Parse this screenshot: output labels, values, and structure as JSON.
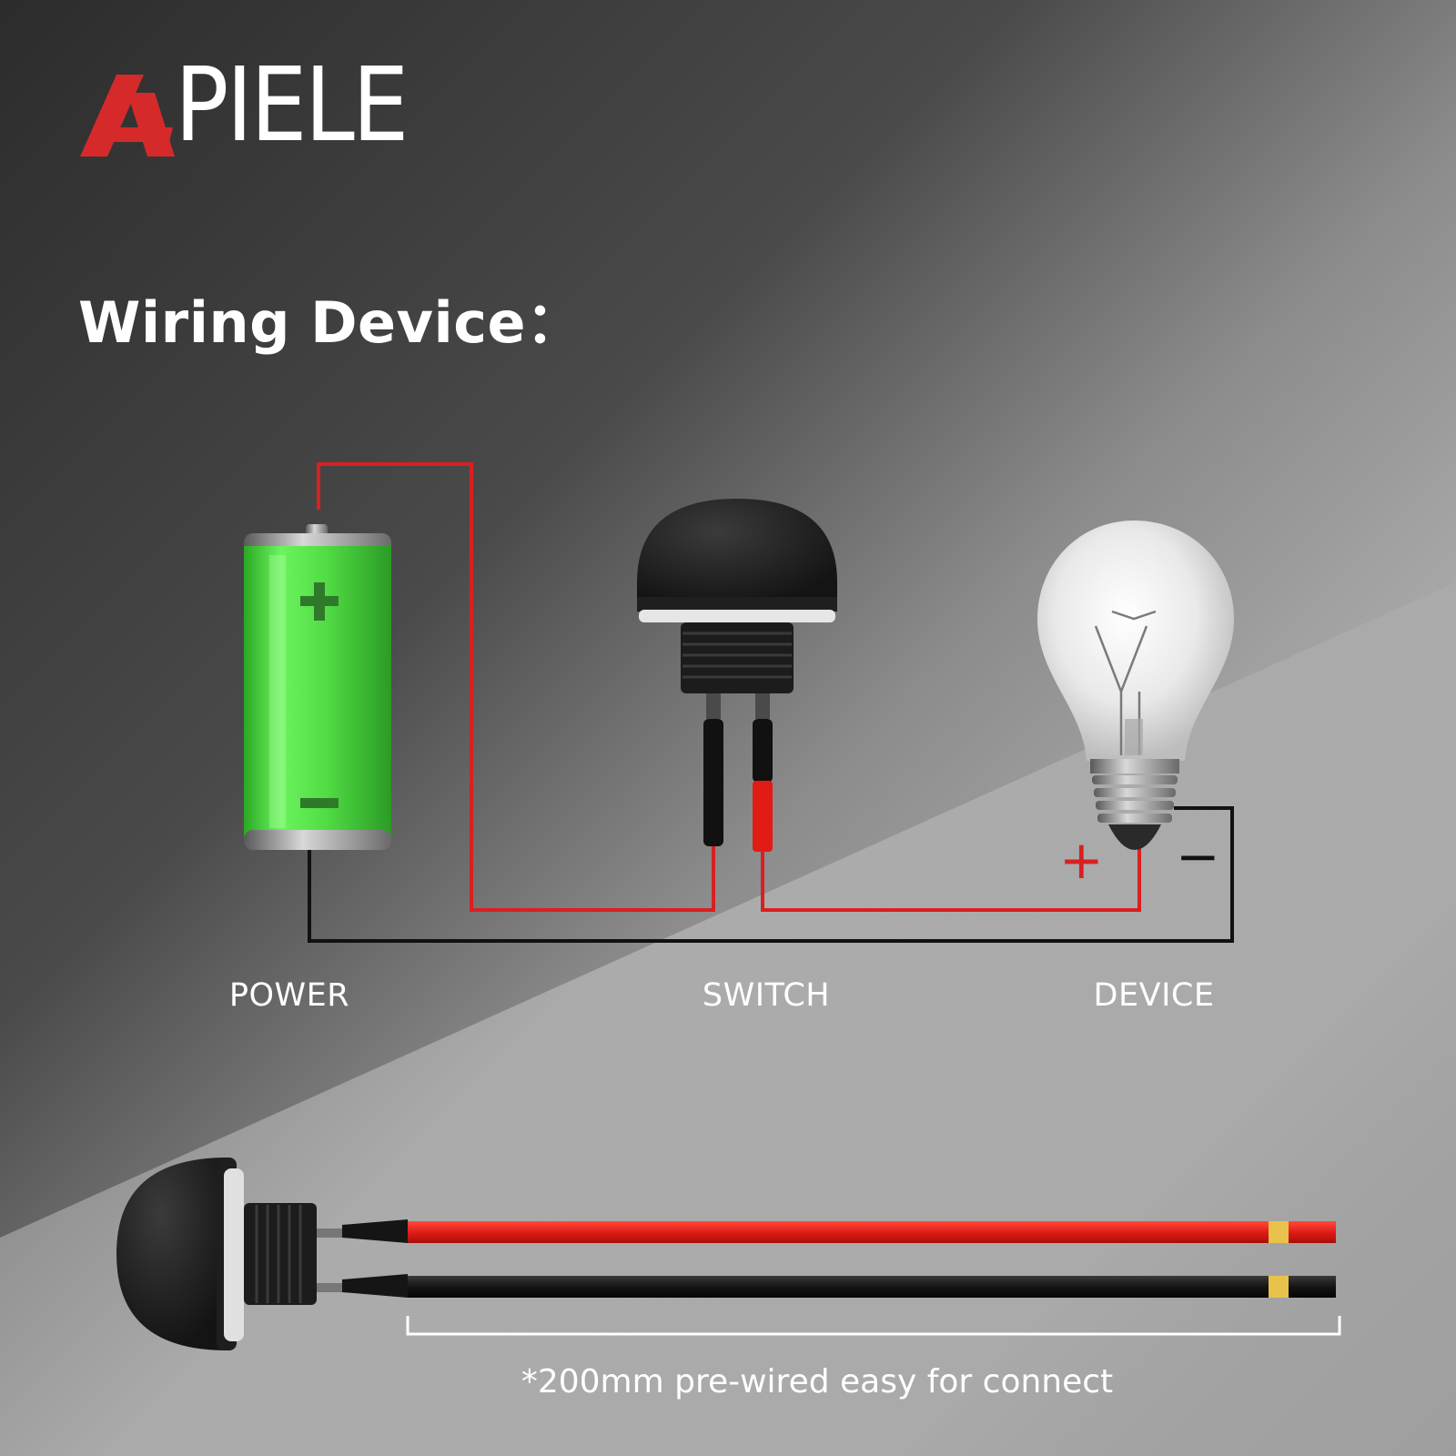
{
  "brand": {
    "name": "APIELE",
    "text_after_mark": "PIELE"
  },
  "headline": "Wiring Device：",
  "components": [
    {
      "id": "power",
      "label": "POWER"
    },
    {
      "id": "switch",
      "label": "SWITCH"
    },
    {
      "id": "device",
      "label": "DEVICE"
    }
  ],
  "poles": {
    "plus": "+",
    "minus": "−"
  },
  "caption": "*200mm pre-wired easy for connect",
  "colors": {
    "brand_red": "#d62a2a",
    "wire_red": "#d92020",
    "wire_black": "#111111",
    "battery_green": "#4fe046",
    "text": "#ffffff"
  }
}
